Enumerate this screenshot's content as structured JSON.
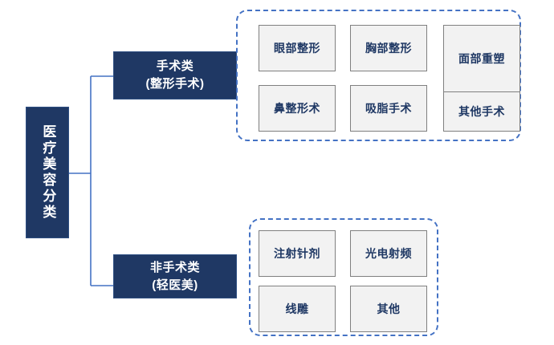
{
  "diagram": {
    "type": "tree-hierarchy",
    "colors": {
      "node_fill": "#1F3864",
      "node_text": "#FFFFFF",
      "leaf_fill": "#F2F2F2",
      "leaf_border": "#808080",
      "leaf_text": "#1F3864",
      "connector": "#4472C4",
      "group_border": "#4472C4",
      "background": "#FFFFFF"
    },
    "root": {
      "label": "医疗美容分类",
      "orientation": "vertical"
    },
    "branches": [
      {
        "id": "surgical",
        "line1": "手术类",
        "line2": "(整形手术)",
        "leaves": [
          {
            "id": "eye",
            "label": "眼部整形"
          },
          {
            "id": "chest",
            "label": "胸部整形"
          },
          {
            "id": "face",
            "label": "面部重塑"
          },
          {
            "id": "nose",
            "label": "鼻整形术"
          },
          {
            "id": "lipo",
            "label": "吸脂手术"
          },
          {
            "id": "other-surgery",
            "label": "其他手术"
          }
        ]
      },
      {
        "id": "nonsurgical",
        "line1": "非手术类",
        "line2": "(轻医美)",
        "leaves": [
          {
            "id": "injection",
            "label": "注射针剂"
          },
          {
            "id": "energy",
            "label": "光电射频"
          },
          {
            "id": "thread",
            "label": "线雕"
          },
          {
            "id": "other",
            "label": "其他"
          }
        ]
      }
    ]
  }
}
